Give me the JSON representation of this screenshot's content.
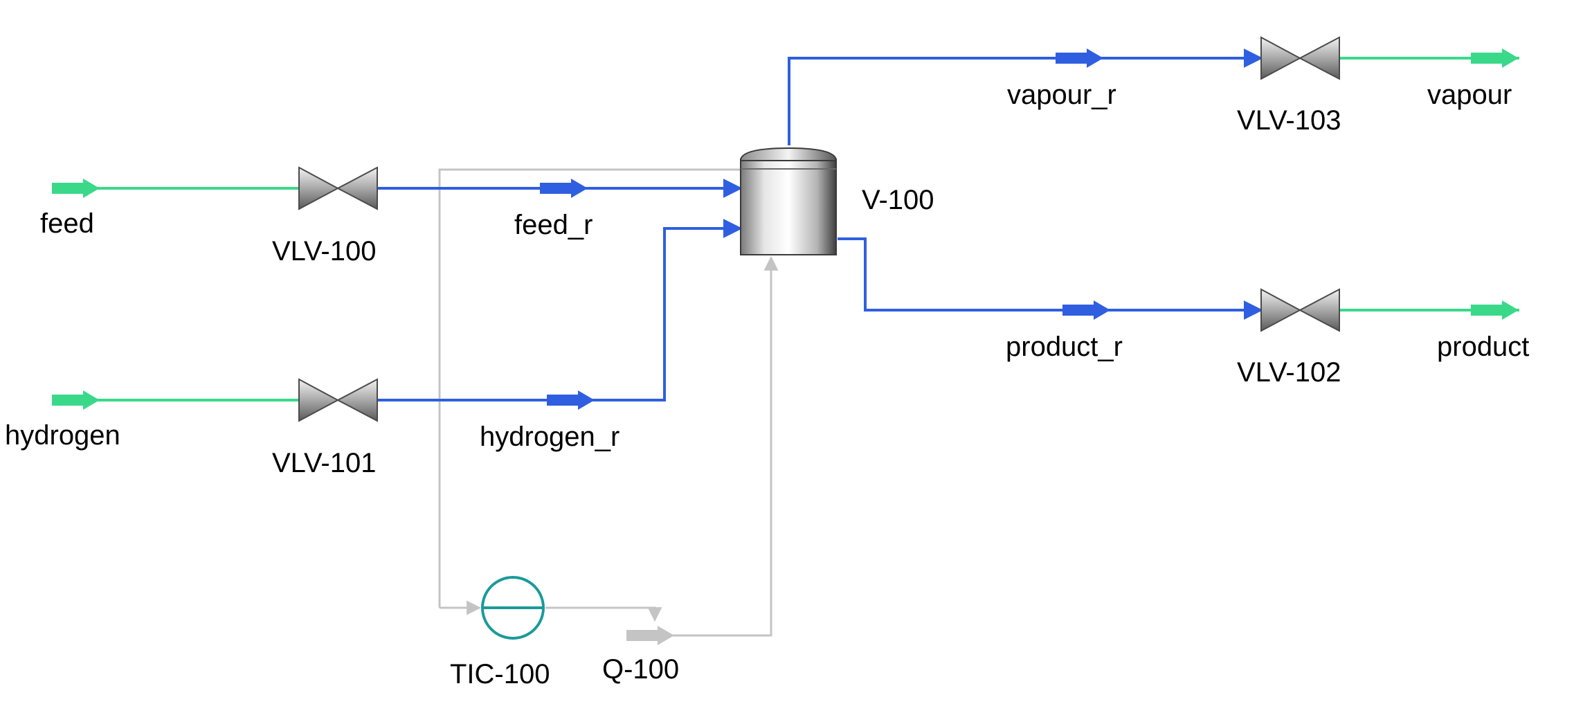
{
  "streams": {
    "feed": "feed",
    "hydrogen": "hydrogen",
    "feed_r": "feed_r",
    "hydrogen_r": "hydrogen_r",
    "vapour_r": "vapour_r",
    "product_r": "product_r",
    "vapour": "vapour",
    "product": "product",
    "energy": "Q-100"
  },
  "units": {
    "vlv100": "VLV-100",
    "vlv101": "VLV-101",
    "vlv102": "VLV-102",
    "vlv103": "VLV-103",
    "vessel": "V-100",
    "controller": "TIC-100"
  },
  "colors": {
    "material_feed": "#3ad98a",
    "material_process": "#2f5fe0",
    "signal": "#c4c4c4",
    "controller": "#1a9a9a"
  }
}
